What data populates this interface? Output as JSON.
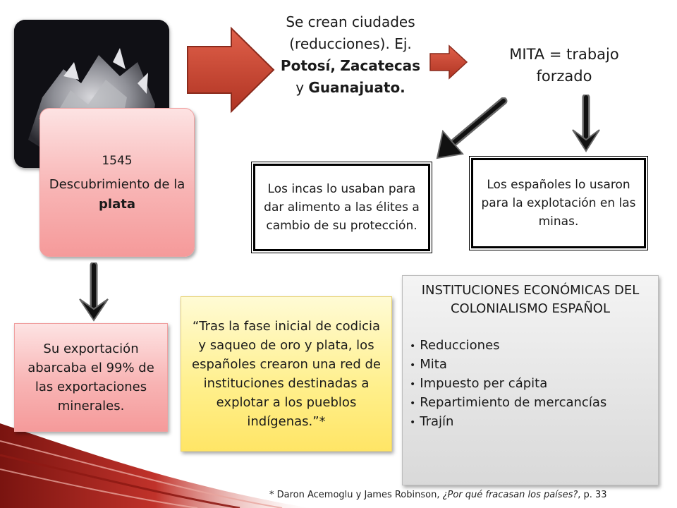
{
  "discovery": {
    "year": "1545",
    "text_before": "Descubrimiento de la ",
    "text_bold": "plata"
  },
  "export_note": "Su exportación abarcaba el 99% de las exportaciones minerales.",
  "cities": {
    "line1": "Se crean ciudades (reducciones). Ej. ",
    "city1": "Potosí,",
    "city2": "Zacatecas",
    "joiner": " y ",
    "city3": "Guanajuato."
  },
  "mita": "MITA = trabajo forzado",
  "incas_box": "Los incas lo usaban para dar alimento a las élites a cambio de su protección.",
  "spanish_box": "Los españoles lo usaron para la explotación en las minas.",
  "quote": "“Tras la fase inicial de codicia y saqueo de oro y plata, los españoles crearon una red de instituciones destinadas a explotar a los pueblos indígenas.”*",
  "institutions": {
    "title": "INSTITUCIONES ECONÓMICAS DEL COLONIALISMO ESPAÑOL",
    "items": [
      "Reducciones",
      "Mita",
      "Impuesto per cápita",
      "Repartimiento de mercancías",
      "Trajín"
    ]
  },
  "footnote": {
    "before": "* Daron Acemoglu y James Robinson, ",
    "title": "¿Por qué fracasan los países?",
    "after": ", p. 33"
  },
  "colors": {
    "arrow_fill": "#c8412f",
    "arrow_stroke": "#8a2a1c",
    "pink_box": "#f8b4b4",
    "yellow_box": "#ffef8a",
    "gray_box": "#d9d9d9",
    "swoosh": "#b3261e"
  }
}
